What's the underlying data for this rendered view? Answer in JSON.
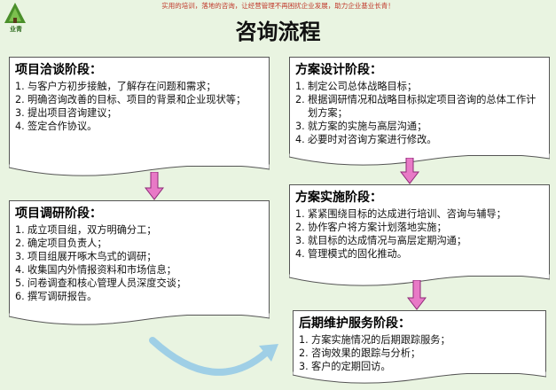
{
  "header": {
    "tagline": "实用的培训，落地的咨询，让经营管理不再困扰企业发展，助力企业基业长青！",
    "logo_text": "业青"
  },
  "title": "咨询流程",
  "stages": {
    "negotiation": {
      "heading": "项目洽谈阶段：",
      "items": [
        {
          "num": "1.",
          "text": "与客户方初步接触，了解存在问题和需求；"
        },
        {
          "num": "2.",
          "text": "明确咨询改善的目标、项目的背景和企业现状等；"
        },
        {
          "num": "3.",
          "text": "提出项目咨询建议；"
        },
        {
          "num": "4.",
          "text": "签定合作协议。"
        }
      ]
    },
    "research": {
      "heading": "项目调研阶段：",
      "items": [
        {
          "num": "1.",
          "text": "成立项目组，双方明确分工；"
        },
        {
          "num": "2.",
          "text": "确定项目负责人；"
        },
        {
          "num": "3.",
          "text": "项目组展开啄木鸟式的调研；"
        },
        {
          "num": "4.",
          "text": "收集国内外情报资料和市场信息；"
        },
        {
          "num": "5.",
          "text": "问卷调查和核心管理人员深度交谈；"
        },
        {
          "num": "6.",
          "text": "撰写调研报告。"
        }
      ]
    },
    "design": {
      "heading": "方案设计阶段：",
      "items": [
        {
          "num": "1.",
          "text": "制定公司总体战略目标；"
        },
        {
          "num": "2.",
          "text": "根据调研情况和战略目标拟定项目咨询的总体工作计划方案；"
        },
        {
          "num": "3.",
          "text": "就方案的实施与高层沟通；"
        },
        {
          "num": "4.",
          "text": "必要时对咨询方案进行修改。"
        }
      ]
    },
    "implementation": {
      "heading": "方案实施阶段：",
      "items": [
        {
          "num": "1.",
          "text": "紧紧围绕目标的达成进行培训、咨询与辅导；"
        },
        {
          "num": "2.",
          "text": "协作客户将方案计划落地实施；"
        },
        {
          "num": "3.",
          "text": "就目标的达成情况与高层定期沟通；"
        },
        {
          "num": "4.",
          "text": "管理模式的固化推动。"
        }
      ]
    },
    "maintenance": {
      "heading": "后期维护服务阶段：",
      "items": [
        {
          "num": "1.",
          "text": "方案实施情况的后期跟踪服务；"
        },
        {
          "num": "2.",
          "text": "咨询效果的跟踪与分析；"
        },
        {
          "num": "3.",
          "text": "客户的定期回访。"
        }
      ]
    }
  },
  "colors": {
    "background": "#e9f4e1",
    "arrow_fill": "#e879c6",
    "arrow_stroke": "#8e2a78",
    "curve_arrow": "#9fcfe6",
    "tagline": "#c0392b"
  }
}
